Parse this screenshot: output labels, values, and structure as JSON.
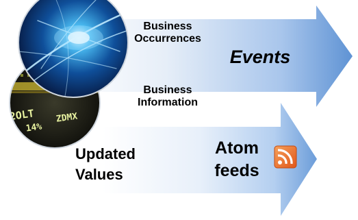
{
  "labels": {
    "business_occurrences": "Business Occurrences",
    "business_information": "Business Information",
    "events": "Events",
    "updated_values": "Updated Values",
    "atom_feeds": "Atom feeds"
  },
  "ticker_text": [
    "2OLT",
    "14%",
    "ZDMX"
  ],
  "icons": {
    "globe": "network-globe-image",
    "ticker": "stock-ticker-image",
    "feed": "rss-feed-icon"
  },
  "colors": {
    "arrow_light": "#f4f8fc",
    "arrow_dark": "#5f93d4",
    "feed_orange": "#ef6b1e"
  }
}
